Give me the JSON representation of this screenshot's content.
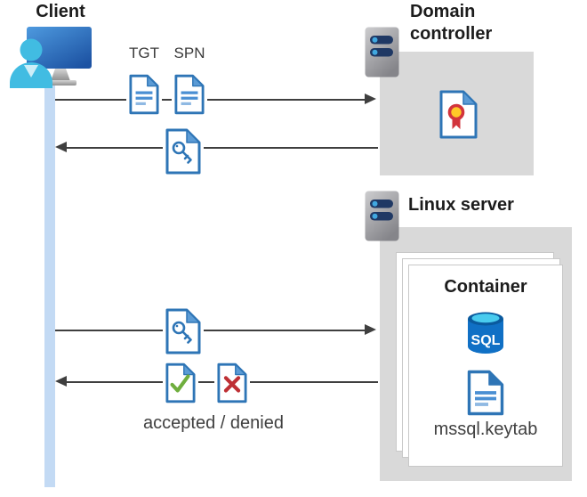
{
  "client": {
    "title": "Client"
  },
  "domain_controller": {
    "title": "Domain controller"
  },
  "linux_server": {
    "title": "Linux server"
  },
  "container": {
    "title": "Container",
    "sql_label": "SQL",
    "keytab_label": "mssql.keytab"
  },
  "messages": {
    "tgt": "TGT",
    "spn": "SPN",
    "accepted_denied": "accepted / denied"
  },
  "colors": {
    "doc_border": "#2E75B6",
    "doc_fold": "#5B9BD5",
    "doc_line": "#4A8FD3",
    "doc_line_light": "#8FB9E3",
    "check_green": "#6FAE3E",
    "cross_red": "#BE2F34",
    "ribbon_red": "#D2343C",
    "seal_yellow": "#FFC928",
    "sql_body_blue": "#1070C5",
    "sql_top_cyan": "#49CBEE",
    "server_bar_navy": "#1F3864",
    "server_dot_blue": "#41A8E0",
    "person_cyan": "#41BCE2",
    "lifeline_blue": "#C3DAF4",
    "box_gray": "#D9D9D9",
    "arrow_gray": "#3F3F3F"
  }
}
